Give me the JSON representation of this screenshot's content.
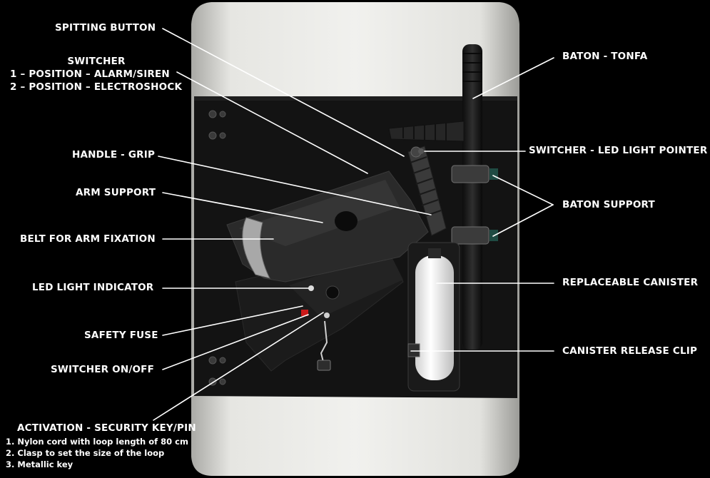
{
  "labels": {
    "spitting_button": "SPITTING BUTTON",
    "switcher_title": "SWITCHER",
    "switcher_pos1": "1 – POSITION – ALARM/SIREN",
    "switcher_pos2": "2 – POSITION – ELECTROSHOCK",
    "handle_grip": "HANDLE - GRIP",
    "arm_support": "ARM SUPPORT",
    "belt": "BELT FOR ARM FIXATION",
    "led_indicator": "LED LIGHT INDICATOR",
    "safety_fuse": "SAFETY FUSE",
    "switcher_onoff": "SWITCHER ON/OFF",
    "activation": "ACTIVATION - SECURITY KEY/PIN",
    "baton": "BATON - TONFA",
    "led_pointer": "SWITCHER - LED LIGHT POINTER",
    "baton_support": "BATON SUPPORT",
    "canister": "REPLACEABLE CANISTER",
    "canister_clip": "CANISTER RELEASE CLIP"
  },
  "activation_notes": [
    "1. Nylon cord with loop length of 80 cm",
    "2. Clasp to set the size of the loop",
    "3. Metallic key"
  ],
  "colors": {
    "background": "#000000",
    "label_text": "#ffffff",
    "leader_line": "#ffffff",
    "shield_light": "#d8d8d4",
    "panel_dark": "#141414"
  }
}
